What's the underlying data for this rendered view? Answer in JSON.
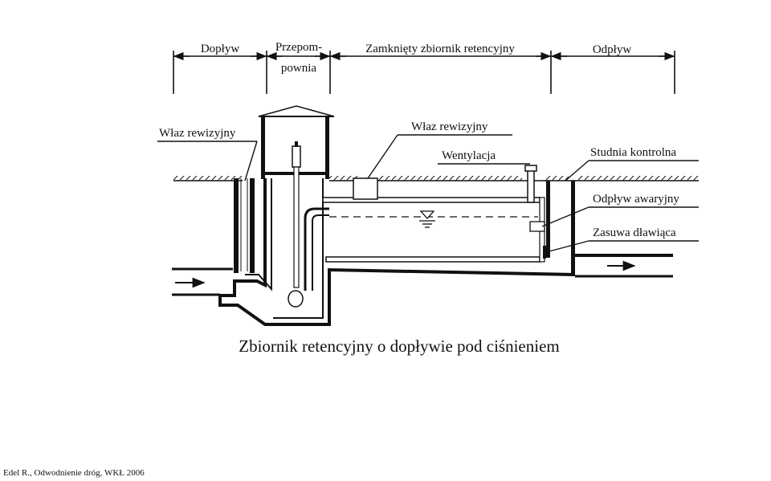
{
  "sections": {
    "inflow": "Dopływ",
    "pumping_line1": "Przepom-",
    "pumping_line2": "pownia",
    "tank": "Zamknięty zbiornik retencyjny",
    "outflow": "Odpływ"
  },
  "callouts": {
    "manhole_left": "Właz rewizyjny",
    "manhole_tank": "Właz rewizyjny",
    "ventilation": "Wentylacja",
    "control_well": "Studnia kontrolna",
    "emergency_outflow": "Odpływ awaryjny",
    "throttle_valve": "Zasuwa dławiąca"
  },
  "caption": "Zbiornik retencyjny o dopływie pod ciśnieniem",
  "credit": "Edel R., Odwodnienie dróg, WKŁ 2006"
}
